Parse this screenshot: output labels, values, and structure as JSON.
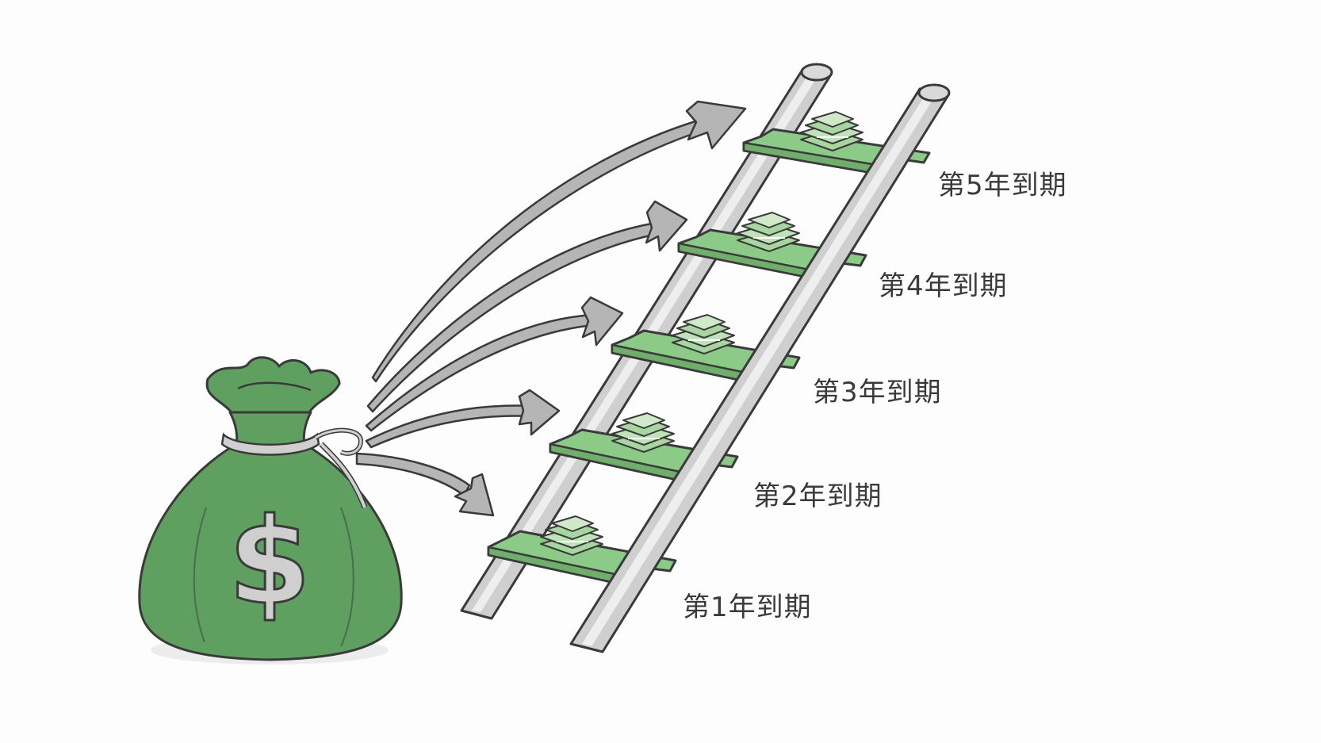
{
  "labels": {
    "year5": "第5年到期",
    "year4": "第4年到期",
    "year3": "第3年到期",
    "year2": "第2年到期",
    "year1": "第1年到期"
  },
  "bag": {
    "symbol": "$"
  },
  "colors": {
    "bag_green": "#5fa060",
    "rung_green": "#8cca87",
    "rail_gray": "#c9c9c9",
    "arrow_gray": "#b5b5b5",
    "outline": "#3a3a3a",
    "cash_green": "#a8d6a0"
  }
}
